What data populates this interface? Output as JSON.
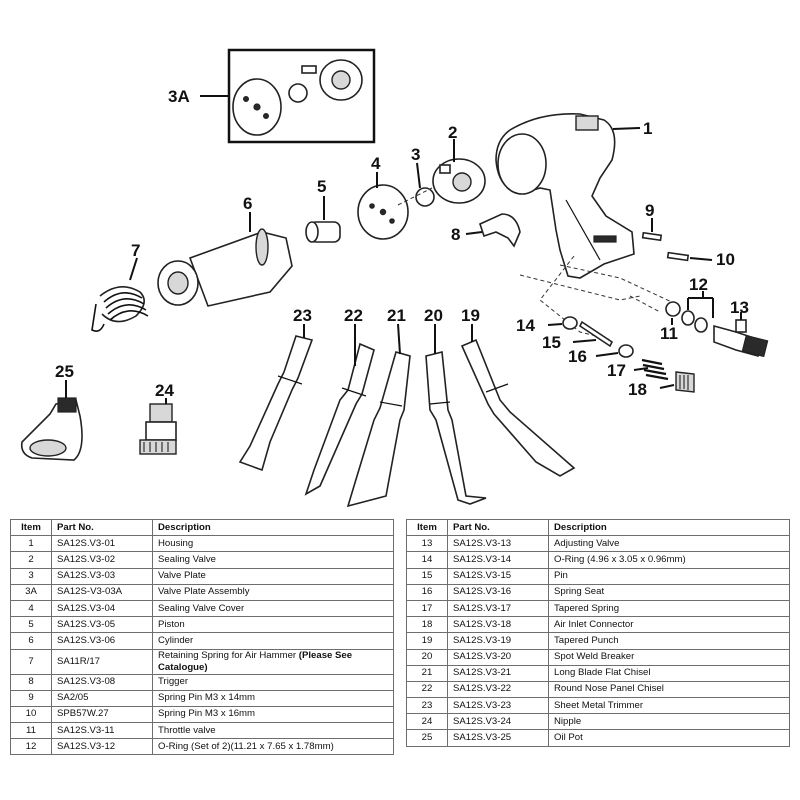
{
  "callouts": [
    "1",
    "2",
    "3",
    "3A",
    "4",
    "5",
    "6",
    "7",
    "8",
    "9",
    "10",
    "11",
    "12",
    "13",
    "14",
    "15",
    "16",
    "17",
    "18",
    "19",
    "20",
    "21",
    "22",
    "23",
    "24",
    "25"
  ],
  "table": {
    "headers": [
      "Item",
      "Part No.",
      "Description"
    ],
    "left_rows": [
      {
        "item": "1",
        "part_no": "SA12S.V3-01",
        "description": "Housing"
      },
      {
        "item": "2",
        "part_no": "SA12S.V3-02",
        "description": "Sealing Valve"
      },
      {
        "item": "3",
        "part_no": "SA12S.V3-03",
        "description": "Valve Plate"
      },
      {
        "item": "3A",
        "part_no": "SA12S-V3-03A",
        "description": "Valve Plate Assembly"
      },
      {
        "item": "4",
        "part_no": "SA12S.V3-04",
        "description": "Sealing Valve Cover"
      },
      {
        "item": "5",
        "part_no": "SA12S.V3-05",
        "description": "Piston"
      },
      {
        "item": "6",
        "part_no": "SA12S.V3-06",
        "description": "Cylinder"
      },
      {
        "item": "7",
        "part_no": "SA11R/17",
        "description": "Retaining Spring for Air Hammer ",
        "description_bold": "(Please See Catalogue)"
      },
      {
        "item": "8",
        "part_no": "SA12S.V3-08",
        "description": "Trigger"
      },
      {
        "item": "9",
        "part_no": "SA2/05",
        "description": "Spring Pin M3 x 14mm"
      },
      {
        "item": "10",
        "part_no": "SPB57W.27",
        "description": "Spring Pin M3 x 16mm"
      },
      {
        "item": "11",
        "part_no": "SA12S.V3-11",
        "description": "Throttle valve"
      },
      {
        "item": "12",
        "part_no": "SA12S.V3-12",
        "description": "O-Ring (Set of 2)(11.21 x 7.65 x 1.78mm)"
      }
    ],
    "right_rows": [
      {
        "item": "13",
        "part_no": "SA12S.V3-13",
        "description": "Adjusting Valve"
      },
      {
        "item": "14",
        "part_no": "SA12S.V3-14",
        "description": "O-Ring (4.96 x 3.05 x 0.96mm)"
      },
      {
        "item": "15",
        "part_no": "SA12S.V3-15",
        "description": "Pin"
      },
      {
        "item": "16",
        "part_no": "SA12S.V3-16",
        "description": "Spring Seat"
      },
      {
        "item": "17",
        "part_no": "SA12S.V3-17",
        "description": "Tapered Spring"
      },
      {
        "item": "18",
        "part_no": "SA12S.V3-18",
        "description": "Air Inlet Connector"
      },
      {
        "item": "19",
        "part_no": "SA12S.V3-19",
        "description": "Tapered Punch"
      },
      {
        "item": "20",
        "part_no": "SA12S.V3-20",
        "description": "Spot Weld Breaker"
      },
      {
        "item": "21",
        "part_no": "SA12S.V3-21",
        "description": "Long Blade Flat Chisel"
      },
      {
        "item": "22",
        "part_no": "SA12S.V3-22",
        "description": "Round Nose Panel Chisel"
      },
      {
        "item": "23",
        "part_no": "SA12S.V3-23",
        "description": "Sheet Metal Trimmer"
      },
      {
        "item": "24",
        "part_no": "SA12S.V3-24",
        "description": "Nipple"
      },
      {
        "item": "25",
        "part_no": "SA12S.V3-25",
        "description": "Oil Pot"
      }
    ]
  }
}
